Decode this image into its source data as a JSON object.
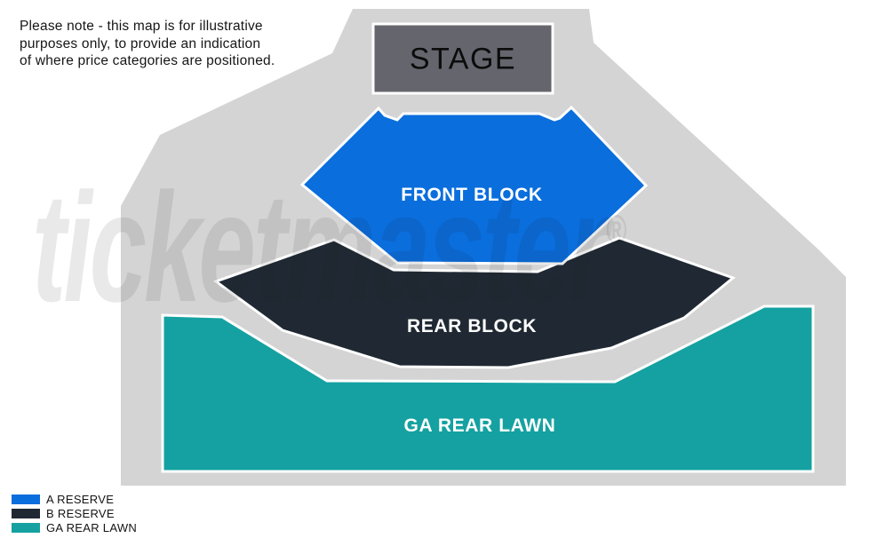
{
  "note": "Please note - this map is for illustrative\npurposes only, to provide an indication\nof where price categories are positioned.",
  "watermark": {
    "text": "ticketmaster",
    "registered": "®"
  },
  "map": {
    "stage_label": "STAGE",
    "sections": {
      "front_block": {
        "label": "FRONT BLOCK"
      },
      "rear_block": {
        "label": "REAR BLOCK"
      },
      "ga_rear_lawn": {
        "label": "GA REAR LAWN"
      }
    }
  },
  "colors": {
    "a_reserve": "#0a6edd",
    "b_reserve": "#202933",
    "ga_rear_lawn": "#15a1a1",
    "venue_outline": "#d4d4d4",
    "stage_fill": "#65656d",
    "section_border": "#ffffff"
  },
  "legend": {
    "items": [
      {
        "label": "A RESERVE",
        "color": "#0a6edd"
      },
      {
        "label": "B RESERVE",
        "color": "#202933"
      },
      {
        "label": "GA REAR LAWN",
        "color": "#15a1a1"
      }
    ]
  }
}
